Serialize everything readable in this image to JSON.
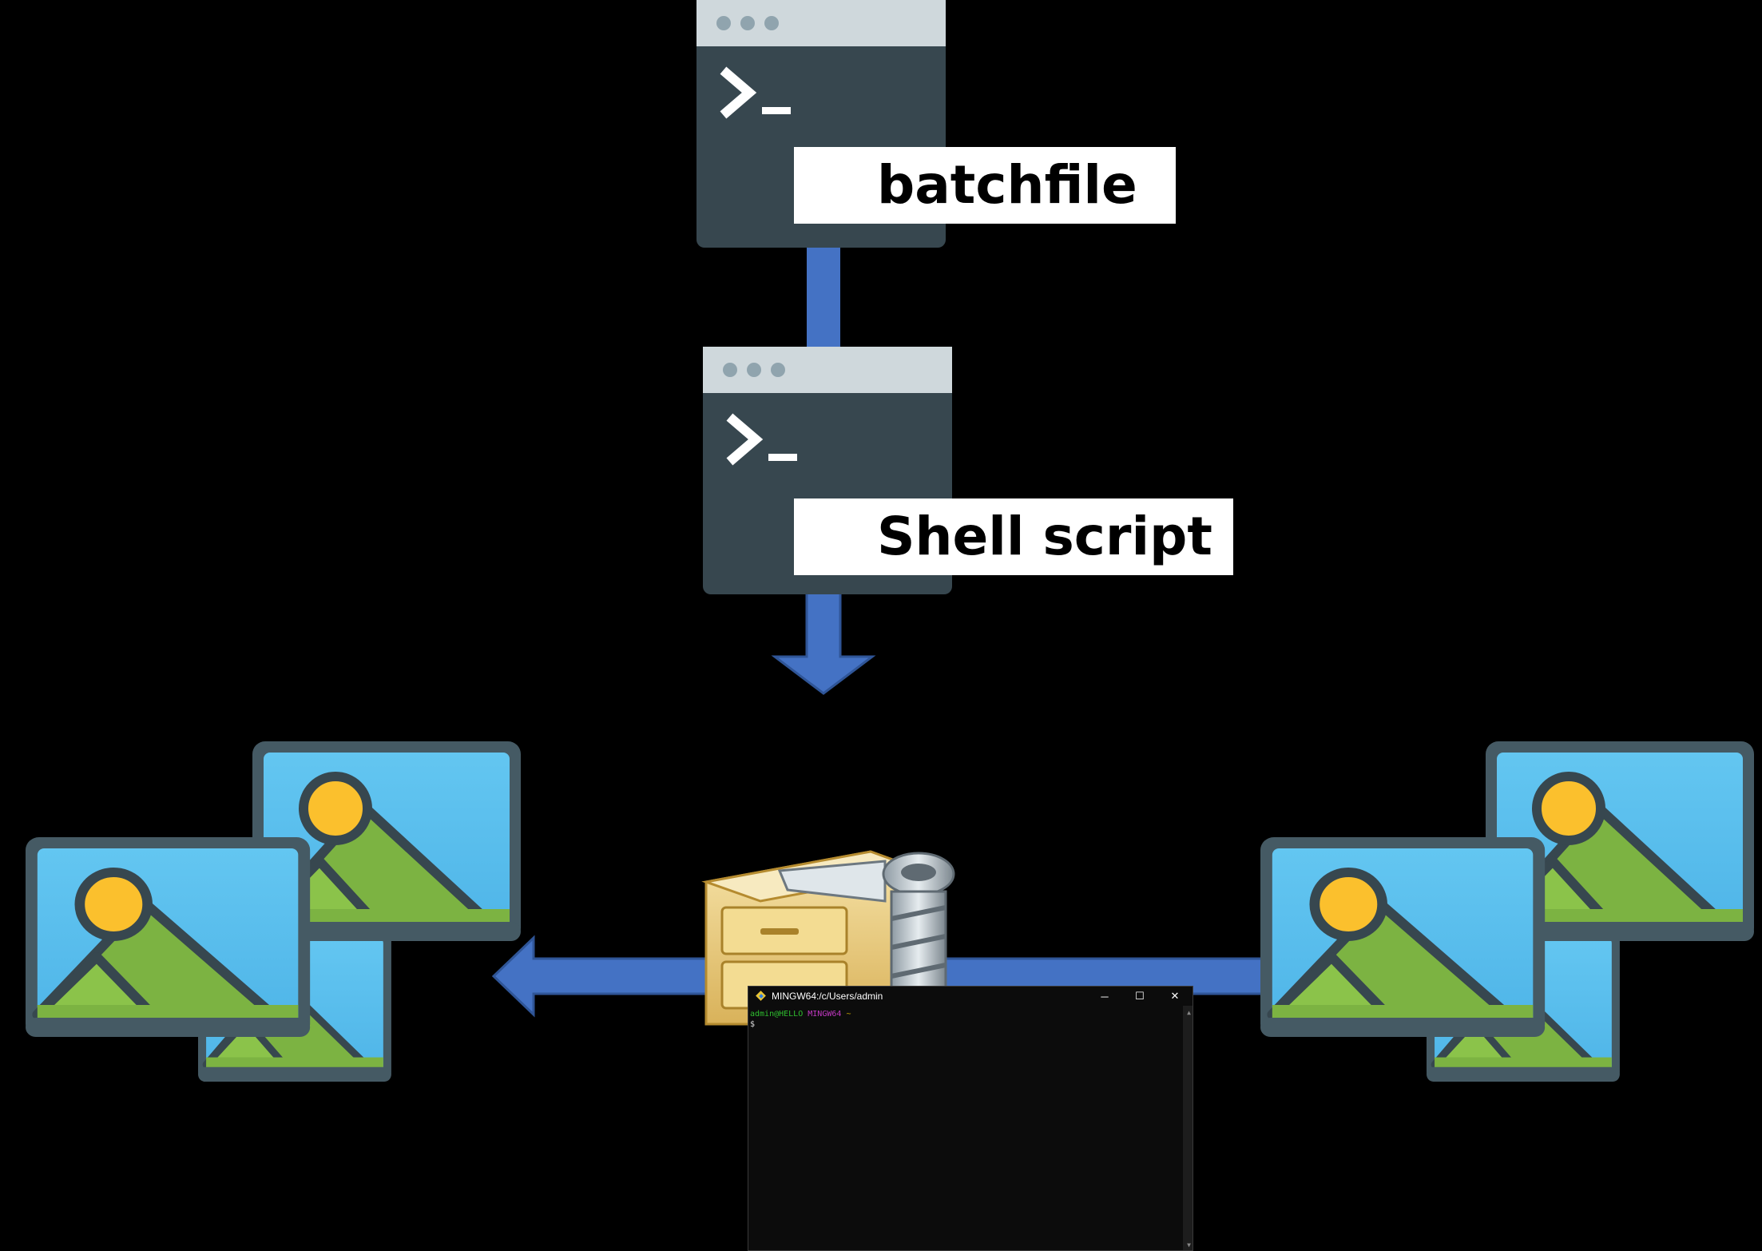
{
  "labels": {
    "batchfile": "batchfile",
    "shell_script": "Shell script"
  },
  "terminal": {
    "title": "MINGW64:/c/Users/admin",
    "prompt_user": "admin@HELLO",
    "prompt_host": "MINGW64",
    "prompt_path": "~",
    "prompt_symbol": "$",
    "min_glyph": "─",
    "max_glyph": "☐",
    "close_glyph": "✕",
    "scroll_up_glyph": "▲",
    "scroll_down_glyph": "▼"
  },
  "icons": {
    "script_window": "terminal-window-icon",
    "archive_tool": "archive-cabinet-screw-icon",
    "image_group": "image-stack-icon"
  },
  "colors": {
    "background": "#000000",
    "arrow": "#4472c4",
    "window_body": "#37474f",
    "window_titlebar": "#cfd8dc",
    "image_sky": "#5fc3ef",
    "image_hill": "#7cb342",
    "image_sun": "#fbc02d",
    "image_frame": "#455a64"
  }
}
